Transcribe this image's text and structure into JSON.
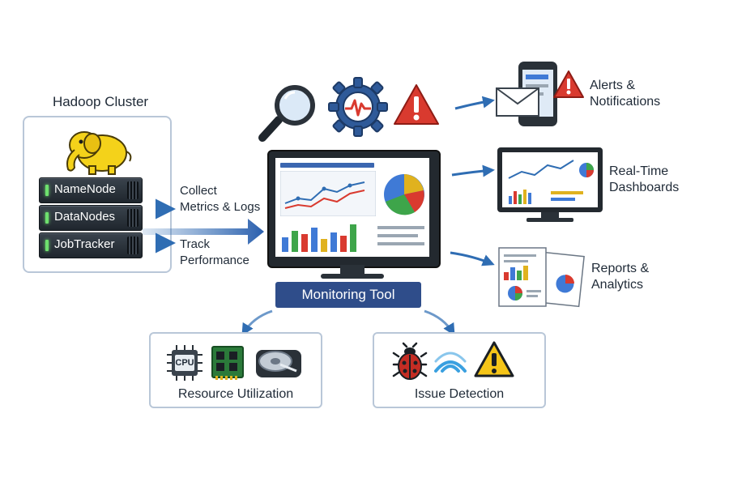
{
  "cluster": {
    "title": "Hadoop Cluster",
    "nodes": [
      {
        "label": "NameNode"
      },
      {
        "label": "DataNodes"
      },
      {
        "label": "JobTracker"
      }
    ]
  },
  "flows": {
    "collect": "Collect\nMetrics & Logs",
    "track": "Track\nPerformance"
  },
  "tool": {
    "label": "Monitoring Tool"
  },
  "outputs": {
    "alerts": "Alerts &\nNotifications",
    "dashboards": "Real-Time\nDashboards",
    "reports": "Reports &\nAnalytics"
  },
  "bottom": {
    "resource": {
      "title": "Resource Utilization",
      "cpu_text": "CPU"
    },
    "issue": {
      "title": "Issue Detection"
    }
  },
  "colors": {
    "accent": "#2f4d8a",
    "arrow": "#2f6db3",
    "alert_red": "#d93a2f",
    "warning_yellow": "#f5c518"
  },
  "icons": [
    "elephant-icon",
    "magnifier-icon",
    "gear-pulse-icon",
    "alert-triangle-icon",
    "envelope-icon",
    "phone-icon",
    "cpu-icon",
    "memory-icon",
    "disk-icon",
    "bug-icon",
    "signal-icon",
    "warning-icon"
  ]
}
